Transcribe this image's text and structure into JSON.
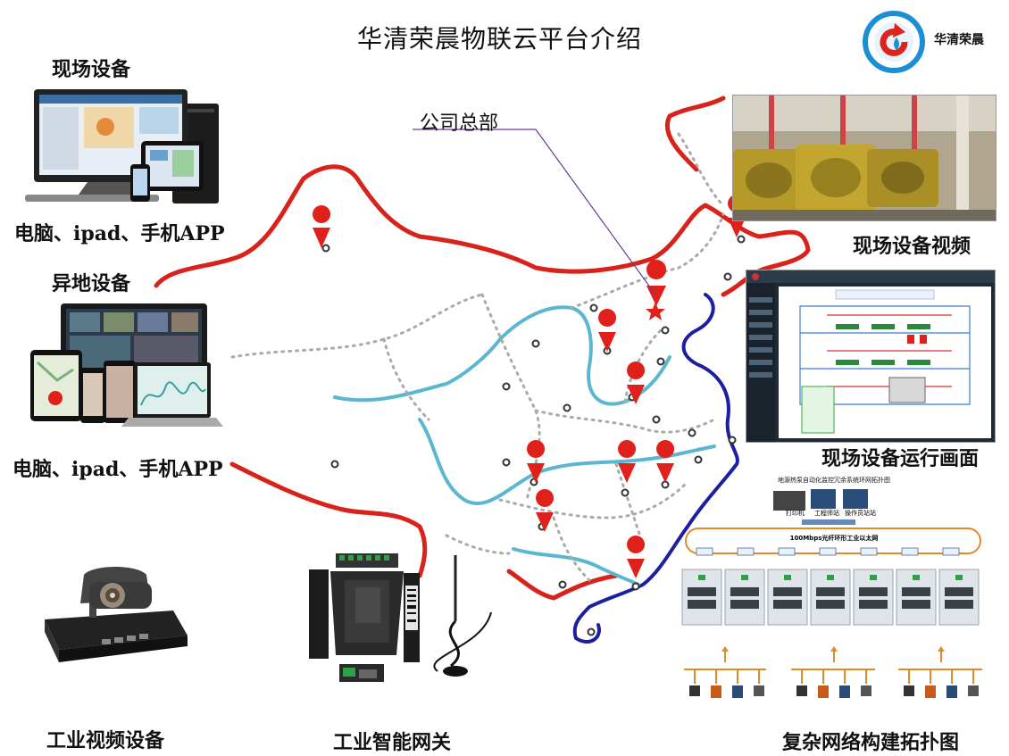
{
  "title": "华清荣晨物联云平台介绍",
  "logo": {
    "name": "华清荣晨",
    "colors": {
      "ring": "#1a8fd6",
      "arrow": "#d9251c"
    }
  },
  "labels": {
    "onsite_devices": "现场设备",
    "onsite_clients": "电脑、ipad、手机APP",
    "remote_devices": "异地设备",
    "remote_clients": "电脑、ipad、手机APP",
    "headquarters": "公司总部",
    "onsite_video": "现场设备视频",
    "onsite_runtime": "现场设备运行画面",
    "industrial_video": "工业视频设备",
    "industrial_gateway": "工业智能网关",
    "network_topology": "复杂网络构建拓扑图"
  },
  "topology": {
    "title": "地源热泵自动化监控冗余系统环网拓扑图",
    "ring": "100Mbps光纤环形工业以太网",
    "stations": [
      "打印机",
      "工程师站",
      "操作员站站"
    ]
  },
  "colors": {
    "border": "#d8221a",
    "coast": "#1e1ea0",
    "river": "#5bb7d0",
    "province": "#aaaaaa",
    "marker": "#e0201a"
  }
}
